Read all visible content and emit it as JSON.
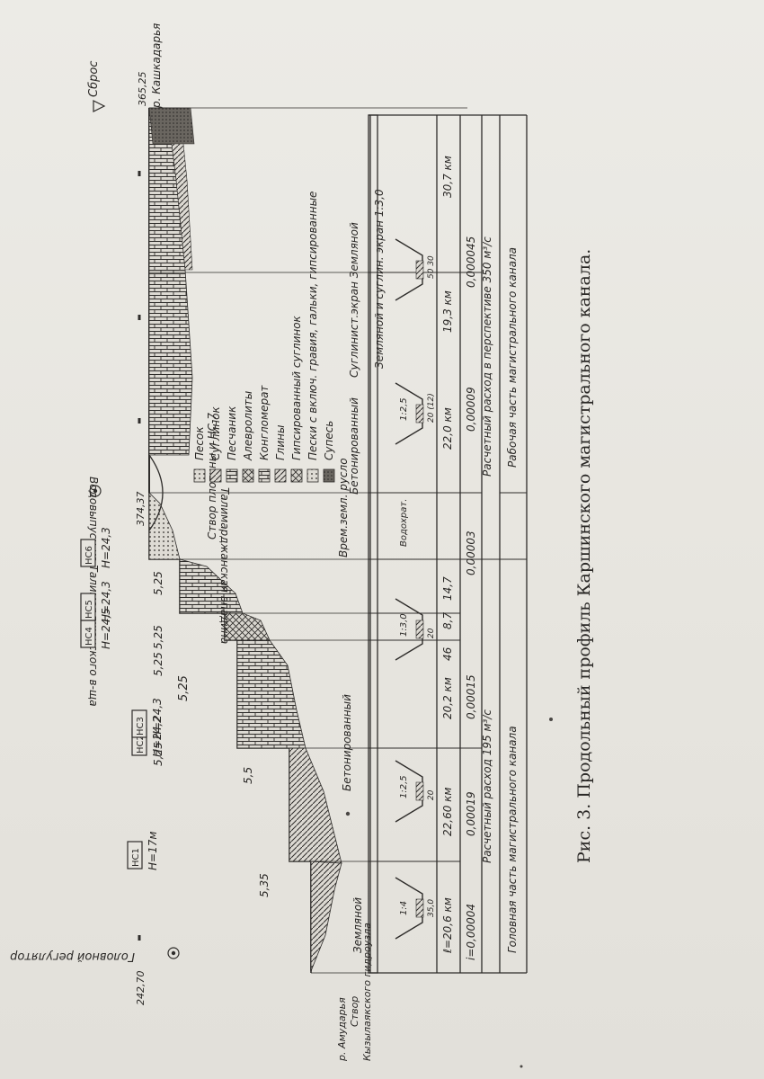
{
  "caption": "Рис. 3. Продольный профиль Каршинского магистрального канала.",
  "top_labels": {
    "reservoir": "Водовыпуск из Талимарджанского в-ща",
    "head_regulator": "Головной регулятор",
    "discharge": "Сброс",
    "river_kashkadarya": "р. Кашкадарья",
    "river_amudarya": "р. Амударья",
    "stvor": "Створ",
    "hydro_node": "Кызылаякского гидроузла"
  },
  "elevations": {
    "start": "242,70",
    "reservoir": "374,37",
    "end": "365,25"
  },
  "pump_stations": [
    {
      "id": "НС1",
      "head": "H=17м",
      "drop": "5,35"
    },
    {
      "id": "НС2",
      "head": "H=24,2",
      "drop": "5,5"
    },
    {
      "id": "НС3",
      "head": "H=24,3",
      "drop": "5,25"
    },
    {
      "id": "НС4",
      "head": "H=24,5",
      "drop": "5,25"
    },
    {
      "id": "НС5",
      "head": "H=24,3",
      "drop": "5,25"
    },
    {
      "id": "НС6",
      "head": "H=24,3",
      "drop": "5,25"
    }
  ],
  "profile_notes": {
    "stvor_ns7": "Створ плотины и НС-7",
    "depression": "Талимарджанская впадина"
  },
  "legend": [
    {
      "label": "Песок",
      "pattern": "sand"
    },
    {
      "label": "Суглинок",
      "pattern": "loam"
    },
    {
      "label": "Песчаник",
      "pattern": "sandstone"
    },
    {
      "label": "Алевролиты",
      "pattern": "siltstone"
    },
    {
      "label": "Конгломерат",
      "pattern": "conglomerate"
    },
    {
      "label": "Глины",
      "pattern": "clay"
    },
    {
      "label": "Гипсированный суглинок",
      "pattern": "gypsum_loam"
    },
    {
      "label": "Пески с включ. гравия, гальки, гипсированные",
      "pattern": "sand_gravel"
    },
    {
      "label": "Супесь",
      "pattern": "sandy_loam"
    }
  ],
  "table": {
    "lining_row": [
      "Земляной",
      "Бетонированный",
      "Врем.земл. русло",
      "Бетонированный",
      "Суглинист.экран Земляной"
    ],
    "sections": [
      {
        "slope": "1:4",
        "bottom": "35,0"
      },
      {
        "slope": "1:2,5",
        "bottom": "20"
      },
      {
        "slope": "1:3,0",
        "bottom": "20"
      },
      {
        "slope": "Водохрат.",
        "bottom": ""
      },
      {
        "slope": "1:2,5",
        "bottom": "20 (12)"
      },
      {
        "slope": "Земляной и суглин. экран 1:3,0",
        "bottom": "50 30"
      }
    ],
    "lengths": [
      "ℓ=20,6 км",
      "22,60 км",
      "20,2 км",
      "46",
      "8,7",
      "14,7",
      "22,0 км",
      "19,3 км",
      "30,7 км"
    ],
    "slopes_i": [
      "i=0,00004",
      "0,00019",
      "0,00015",
      "0,00003",
      "0,00009",
      "0,000045"
    ],
    "flow_left": "Расчетный расход 195 м³/с",
    "flow_right": "Расчетный расход в перспективе 350 м³/с",
    "part_left": "Головная часть магистрального канала",
    "part_right": "Рабочая часть магистрального канала"
  }
}
